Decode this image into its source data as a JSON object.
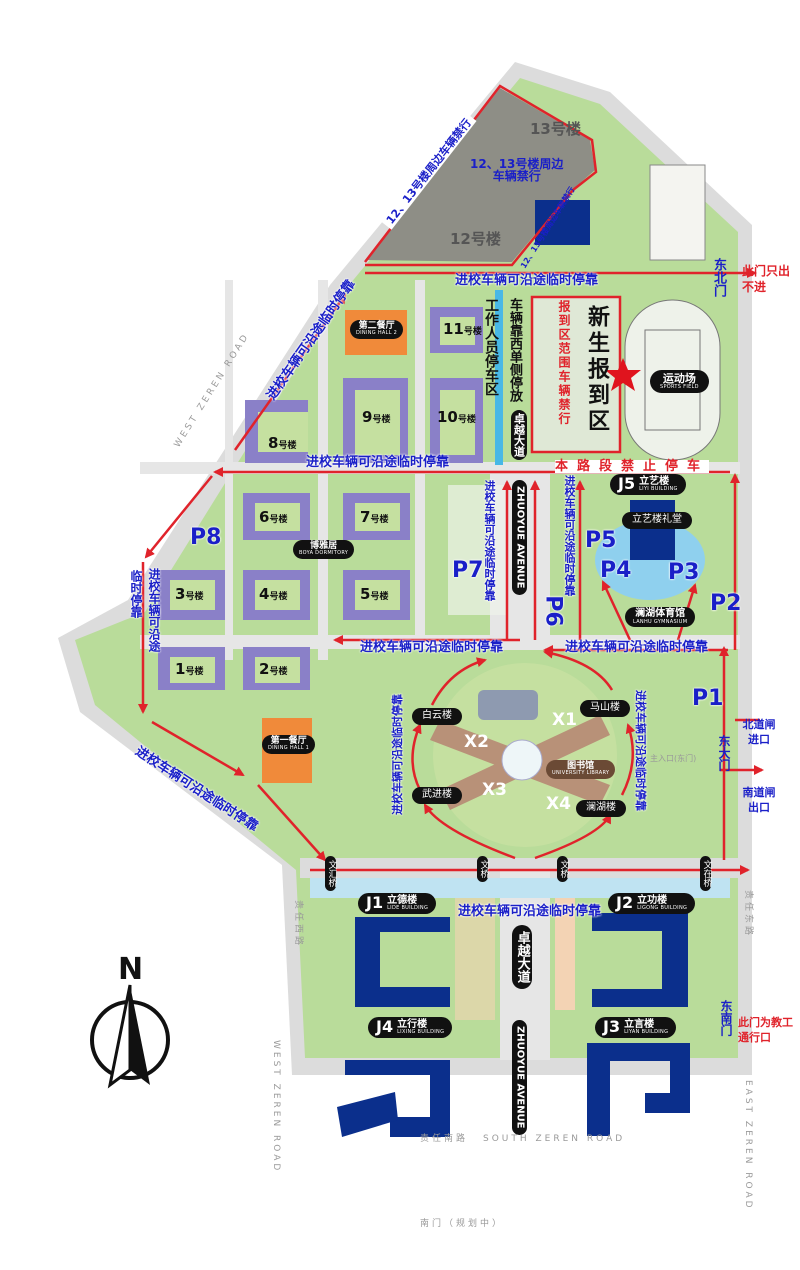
{
  "route_note": "进校车辆可沿途临时停靠",
  "north_zone": {
    "diag_left": "12、13号楼周边车辆禁行",
    "center_line1": "12、13号楼周边",
    "center_line2": "车辆禁行",
    "diag_right": "12、13号楼周边车辆禁行",
    "building_13": "13号楼",
    "building_12": "12号楼"
  },
  "gates": {
    "northeast": "东北门",
    "northeast_note": "此门只出不进",
    "east": "东大门",
    "east_entry": "北道闸进口",
    "east_exit": "南道闸出口",
    "main_entrance": "主入口(东门)",
    "southeast": "东南门",
    "southeast_note": "此门为教工通行口",
    "south": "南门（规划中）"
  },
  "registration": {
    "title": "新生报到区",
    "no_vehicle": "报到区范围车辆禁行",
    "no_parking": "本路段禁止停车",
    "staff_parking": "工作人员停车区",
    "west_side_parking": "车辆靠西单侧停放",
    "avenue_cn": "卓越大道",
    "star_color": "#e0141e"
  },
  "sports_field": {
    "cn": "运动场",
    "en": "SPORTS FIELD"
  },
  "dining": [
    {
      "cn": "第二餐厅",
      "en": "DINING HALL 2"
    },
    {
      "cn": "第一餐厅",
      "en": "DINING HALL 1"
    }
  ],
  "dorms": {
    "b1": "1",
    "b2": "2",
    "b3": "3",
    "b4": "4",
    "b5": "5",
    "b6": "6",
    "b7": "7",
    "b8": "8",
    "b9": "9",
    "b10": "10",
    "b11": "11",
    "suffix": "号楼",
    "boya_cn": "博雅居",
    "boya_en": "BOYA DORMITORY"
  },
  "left_column": {
    "col1": "进校车辆可沿途",
    "col2": "临时停靠"
  },
  "parking": [
    "P1",
    "P2",
    "P3",
    "P4",
    "P5",
    "P6",
    "P7",
    "P8"
  ],
  "avenue": {
    "en": "ZHUOYUE AVENUE",
    "cn": "卓越大道"
  },
  "j5": {
    "code": "J5",
    "cn": "立艺楼",
    "en": "LIYI BUILDING",
    "hall": "立艺楼礼堂"
  },
  "gym": {
    "cn": "澜湖体育馆",
    "en": "LANHU GYMNASIUM"
  },
  "center": {
    "baiyun": "白云楼",
    "mashan": "马山楼",
    "wujin": "武进楼",
    "lanhu": "澜湖楼",
    "library_cn": "图书馆",
    "library_en": "UNIVERSITY LIBRARY",
    "x1": "X1",
    "x2": "X2",
    "x3": "X3",
    "x4": "X4"
  },
  "bridges": [
    "文汇桥",
    "文桥",
    "文桥",
    "文在桥"
  ],
  "teaching": [
    {
      "code": "J1",
      "cn": "立德楼",
      "en": "LIDE BUILDING"
    },
    {
      "code": "J2",
      "cn": "立功楼",
      "en": "LIGONG BUILDING"
    },
    {
      "code": "J3",
      "cn": "立言楼",
      "en": "LIYAN BUILDING"
    },
    {
      "code": "J4",
      "cn": "立行楼",
      "en": "LIXING BUILDING"
    }
  ],
  "roads": {
    "west_en": "WEST ZEREN ROAD",
    "west_cn": "责任西路",
    "east_en": "EAST ZEREN ROAD",
    "east_cn": "责任东路",
    "south_en": "SOUTH ZEREN ROAD",
    "south_cn": "责任南路"
  },
  "compass": {
    "north": "N"
  },
  "colors": {
    "route_arrow": "#e0232b",
    "label_blue": "#1a1fc8",
    "dorm": "#8a80c8",
    "teaching": "#0b2f8c",
    "grass": "#b9dc9a"
  }
}
